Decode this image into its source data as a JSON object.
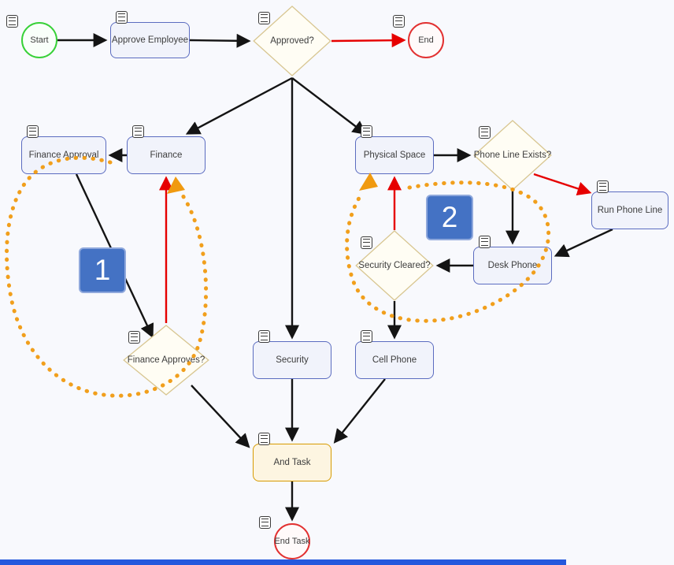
{
  "nodes": {
    "start": {
      "label": "Start",
      "type": "start-event"
    },
    "approve_employee": {
      "label": "Approve Employee",
      "type": "task"
    },
    "approved": {
      "label": "Approved?",
      "type": "gateway"
    },
    "end": {
      "label": "End",
      "type": "end-event"
    },
    "finance_approval": {
      "label": "Finance Approval",
      "type": "task"
    },
    "finance": {
      "label": "Finance",
      "type": "task"
    },
    "physical_space": {
      "label": "Physical Space",
      "type": "task"
    },
    "phone_line_exists": {
      "label": "Phone Line Exists?",
      "type": "gateway"
    },
    "run_phone_line": {
      "label": "Run Phone Line",
      "type": "task"
    },
    "desk_phone": {
      "label": "Desk Phone",
      "type": "task"
    },
    "security_cleared": {
      "label": "Security Cleared?",
      "type": "gateway"
    },
    "finance_approves": {
      "label": "Finance Approves?",
      "type": "gateway"
    },
    "security": {
      "label": "Security",
      "type": "task"
    },
    "cell_phone": {
      "label": "Cell Phone",
      "type": "task"
    },
    "and_task": {
      "label": "And Task",
      "type": "task-orange"
    },
    "end_task": {
      "label": "End Task",
      "type": "end-event"
    }
  },
  "annotations": {
    "loop1": {
      "label": "1"
    },
    "loop2": {
      "label": "2"
    }
  },
  "edges": [
    {
      "from": "start",
      "to": "approve_employee",
      "color": "black"
    },
    {
      "from": "approve_employee",
      "to": "approved",
      "color": "black"
    },
    {
      "from": "approved",
      "to": "end",
      "color": "red"
    },
    {
      "from": "approved",
      "to": "finance",
      "color": "black"
    },
    {
      "from": "approved",
      "to": "physical_space",
      "color": "black"
    },
    {
      "from": "approved",
      "to": "security",
      "color": "black"
    },
    {
      "from": "finance",
      "to": "finance_approval",
      "color": "black"
    },
    {
      "from": "finance_approval",
      "to": "finance_approves",
      "color": "black"
    },
    {
      "from": "finance_approves",
      "to": "finance",
      "color": "red"
    },
    {
      "from": "finance_approves",
      "to": "and_task",
      "color": "black"
    },
    {
      "from": "security",
      "to": "and_task",
      "color": "black"
    },
    {
      "from": "cell_phone",
      "to": "and_task",
      "color": "black"
    },
    {
      "from": "and_task",
      "to": "end_task",
      "color": "black"
    },
    {
      "from": "physical_space",
      "to": "phone_line_exists",
      "color": "black"
    },
    {
      "from": "phone_line_exists",
      "to": "run_phone_line",
      "color": "red"
    },
    {
      "from": "phone_line_exists",
      "to": "desk_phone",
      "color": "black"
    },
    {
      "from": "run_phone_line",
      "to": "desk_phone",
      "color": "black"
    },
    {
      "from": "desk_phone",
      "to": "security_cleared",
      "color": "black"
    },
    {
      "from": "security_cleared",
      "to": "physical_space",
      "color": "red"
    },
    {
      "from": "security_cleared",
      "to": "cell_phone",
      "color": "black"
    }
  ],
  "colors": {
    "task_border": "#5b6cc0",
    "task_fill": "#f1f3fb",
    "gateway_border": "#d8c691",
    "gateway_fill": "#fffdf4",
    "orange_task_border": "#d79b00",
    "start_border": "#38d138",
    "end_border": "#e23131",
    "edge": "#141414",
    "edge_highlight": "#e60000",
    "loop_annotation": "#f09a10",
    "badge_fill": "#4472c4",
    "bottom_bar": "#2458dd"
  }
}
